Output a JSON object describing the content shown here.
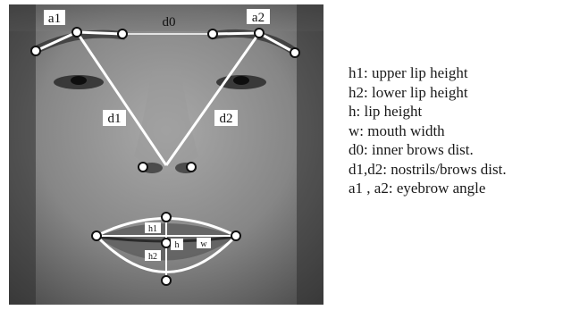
{
  "diagram": {
    "landmark_labels": {
      "a1": "a1",
      "a2": "a2",
      "d0": "d0",
      "d1": "d1",
      "d2": "d2",
      "h": "h",
      "h1": "h1",
      "h2": "h2",
      "w": "w"
    },
    "legend": [
      "h1: upper lip height",
      "h2: lower lip height",
      "h: lip height",
      "w: mouth width",
      "d0: inner brows dist.",
      "d1,d2: nostrils/brows dist.",
      "a1 , a2: eyebrow angle"
    ],
    "colors": {
      "photo_background": "#6f6f6f",
      "line": "#ffffff",
      "point_fill": "#ffffff",
      "point_stroke": "#111111",
      "label_box": "#ffffff",
      "text": "#111111"
    }
  }
}
